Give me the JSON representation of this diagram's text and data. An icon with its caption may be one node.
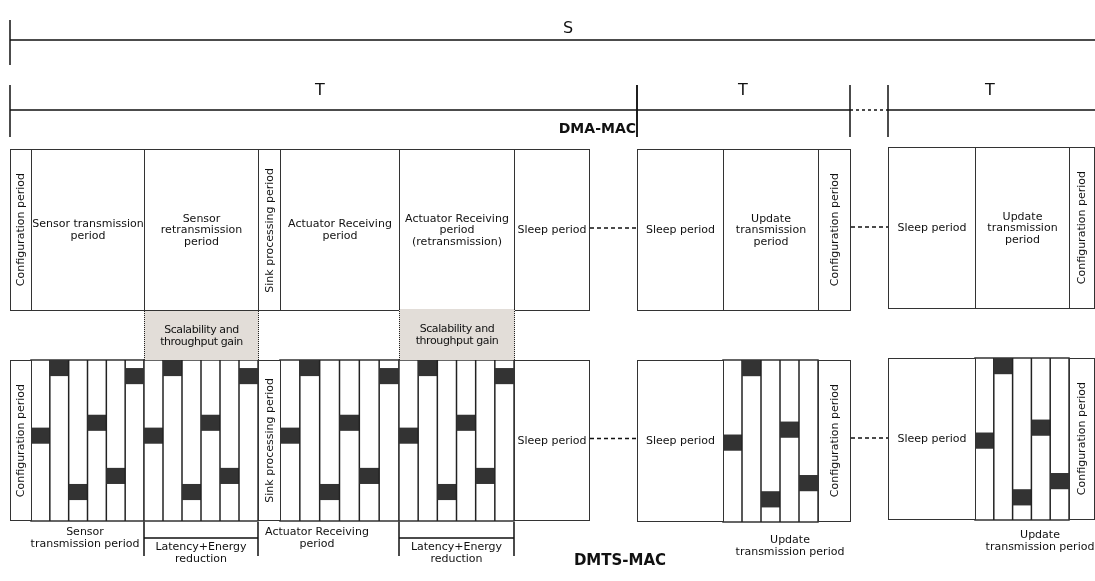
{
  "diagram": {
    "nodes": [
      {
        "text": [
          "Configuration period"
        ]
      },
      {
        "text": [
          "Sensor transmission period"
        ]
      },
      {
        "text": [
          "Sensor retransmission period"
        ]
      },
      {
        "text": [
          "Sink processing period"
        ]
      },
      {
        "text": [
          "Actuator Receiving period"
        ]
      },
      {
        "text": [
          "Actuator Receiving period (retransmission)"
        ]
      },
      {
        "text": [
          "Sleep period"
        ]
      },
      {
        "text": [
          "Sleep period"
        ]
      },
      {
        "text": [
          "Update transmission period"
        ]
      },
      {
        "text": [
          "Configuration period"
        ]
      },
      {
        "text": [
          "Sleep period"
        ]
      },
      {
        "text": [
          "Update transmission period"
        ]
      },
      {
        "text": [
          "Configuration period"
        ]
      },
      {
        "text": [
          "Scalability and throughput gain"
        ]
      },
      {
        "text": [
          "Scalability and throughput gain"
        ]
      },
      {
        "text": [
          "Configuration period"
        ]
      },
      {
        "text": [
          "Sink processing period"
        ]
      },
      {
        "text": [
          "Sleep period"
        ]
      },
      {
        "text": [
          "Sleep period"
        ]
      },
      {
        "text": [
          "Configuration period"
        ]
      },
      {
        "text": [
          "Sleep period"
        ]
      },
      {
        "text": [
          "Configuration period"
        ]
      }
    ],
    "edges": [
      {
        "from": 6,
        "to": 7,
        "arrow": "none",
        "style": "dashed"
      },
      {
        "from": 9,
        "to": 10,
        "arrow": "none",
        "style": "dashed"
      },
      {
        "from": 17,
        "to": 18,
        "arrow": "none",
        "style": "dashed"
      },
      {
        "from": 19,
        "to": 20,
        "arrow": "none",
        "style": "dashed"
      }
    ],
    "labels": [
      "S",
      "T",
      "T",
      "T",
      "DMA-MAC",
      "Sensor transmission period",
      "Latency+Energy reduction",
      "Actuator Receiving period",
      "Latency+Energy reduction",
      "Update transmission period",
      "Update transmission period",
      "DMTS-MAC"
    ]
  }
}
